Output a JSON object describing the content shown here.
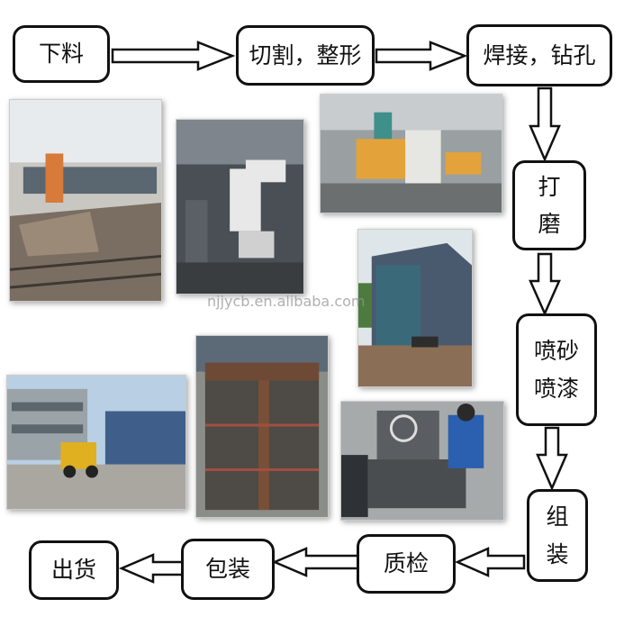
{
  "steps": {
    "cutting_material": "下料",
    "cutting_shaping": "切割，整形",
    "welding_drilling": "焊接，钻孔",
    "grinding": [
      "打",
      "磨"
    ],
    "sandblast_paint": [
      "喷砂",
      "喷漆"
    ],
    "assembly": [
      "组",
      "装"
    ],
    "quality_check": "质检",
    "packing": "包装",
    "shipping": "出货"
  },
  "watermark": "njjycb.en.alibaba.com"
}
